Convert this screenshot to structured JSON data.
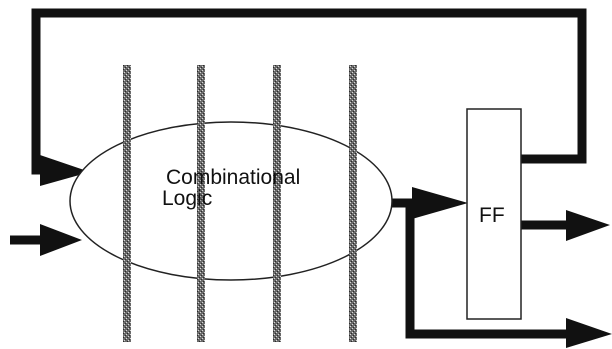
{
  "combinational_block": {
    "line1": "Combinational",
    "line2": "Logic"
  },
  "flip_flop": {
    "label": "FF"
  }
}
